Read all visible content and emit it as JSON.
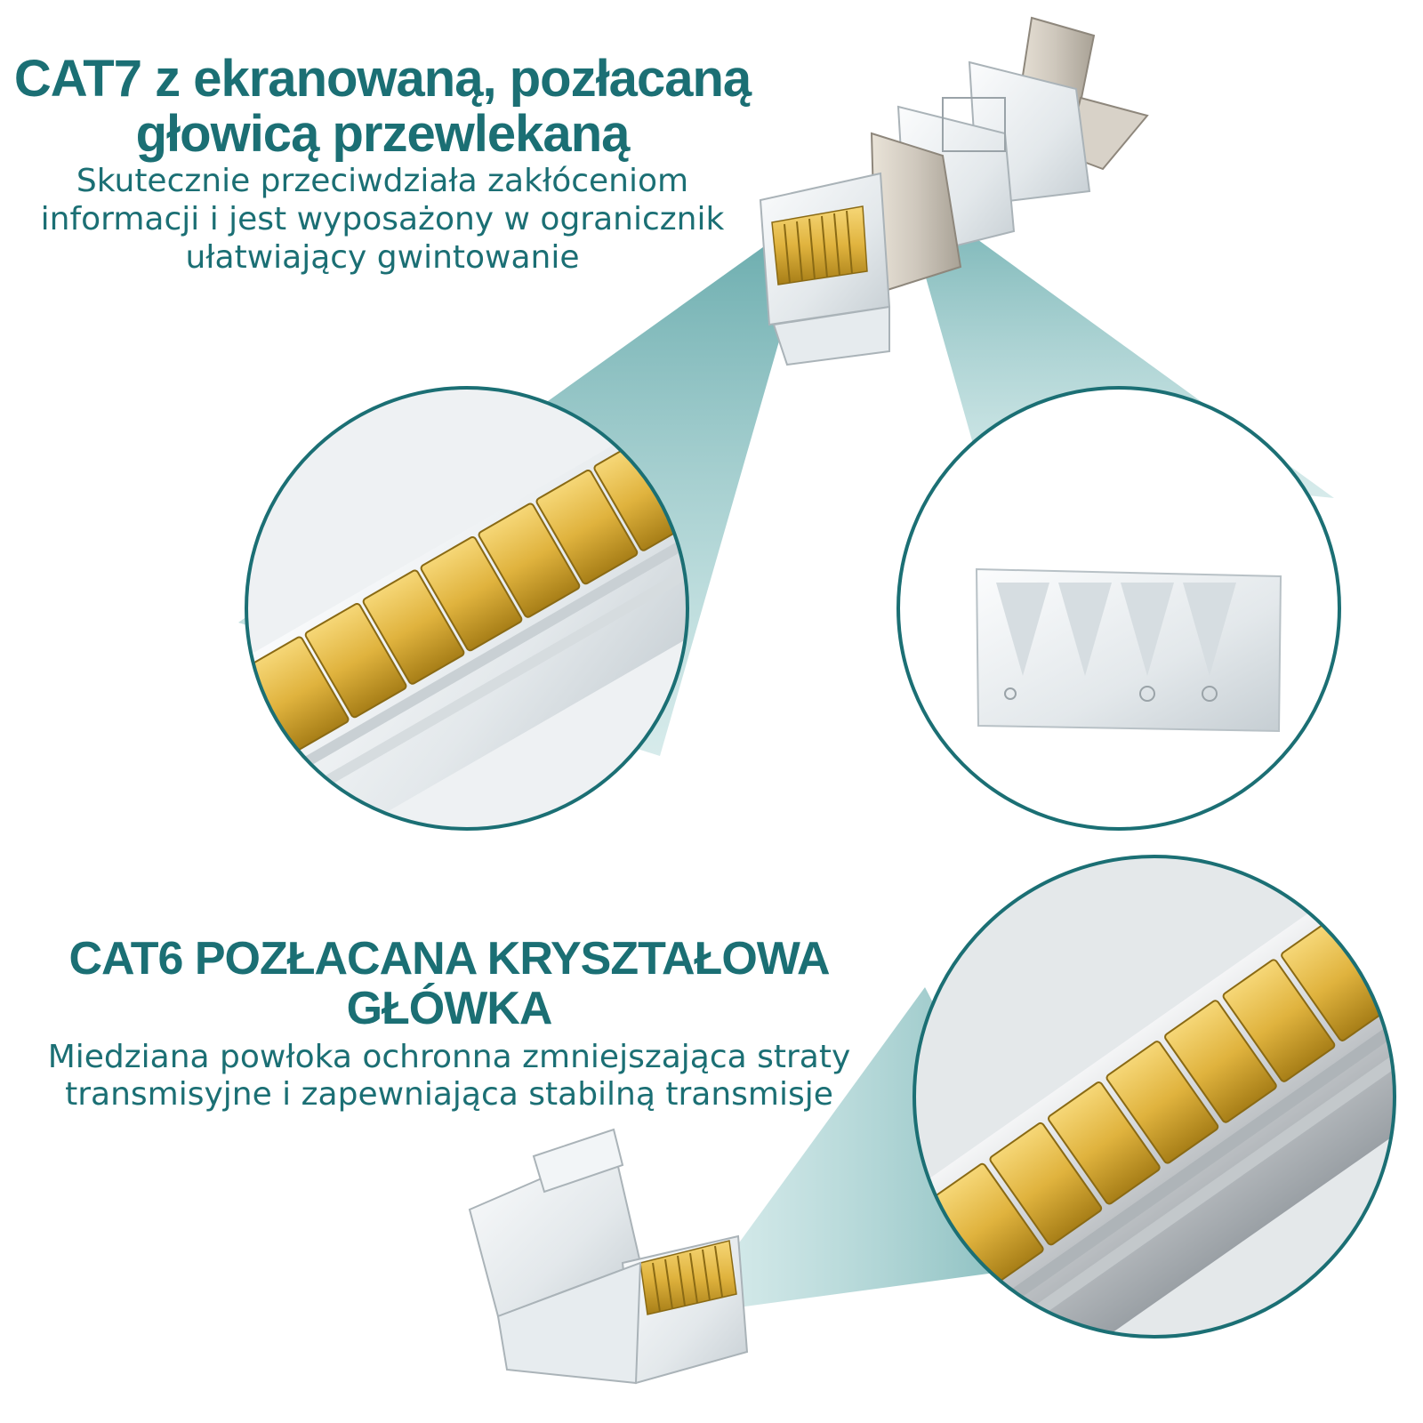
{
  "colors": {
    "brand_teal": "#1b6f74",
    "beam_teal": "#4e9fa1",
    "gold": "#e0b33e",
    "gold_dark": "#a77e17",
    "crystal": "#e9ecee",
    "metal": "#cfc8bd"
  },
  "cat7": {
    "title": "CAT7 z ekranowaną, pozłacaną głowicą przewlekaną",
    "subtitle": "Skutecznie przeciwdziała zakłóceniom informacji i jest wyposażony w ogranicznik ułatwiający gwintowanie"
  },
  "cat6": {
    "title": "CAT6 POZŁACANA KRYSZTAŁOWA GŁÓWKA",
    "subtitle": "Miedziana powłoka ochronna zmniejszająca straty transmisyjne i zapewniająca stabilną transmisje"
  },
  "images": {
    "cat7_plug": "shielded-rj45-plug",
    "cat7_zoom_contacts": "gold-contacts-closeup",
    "cat7_zoom_limiter": "crystal-limiter-insert",
    "cat6_plug": "crystal-rj45-plug",
    "cat6_zoom_contacts": "gold-contacts-closeup"
  }
}
